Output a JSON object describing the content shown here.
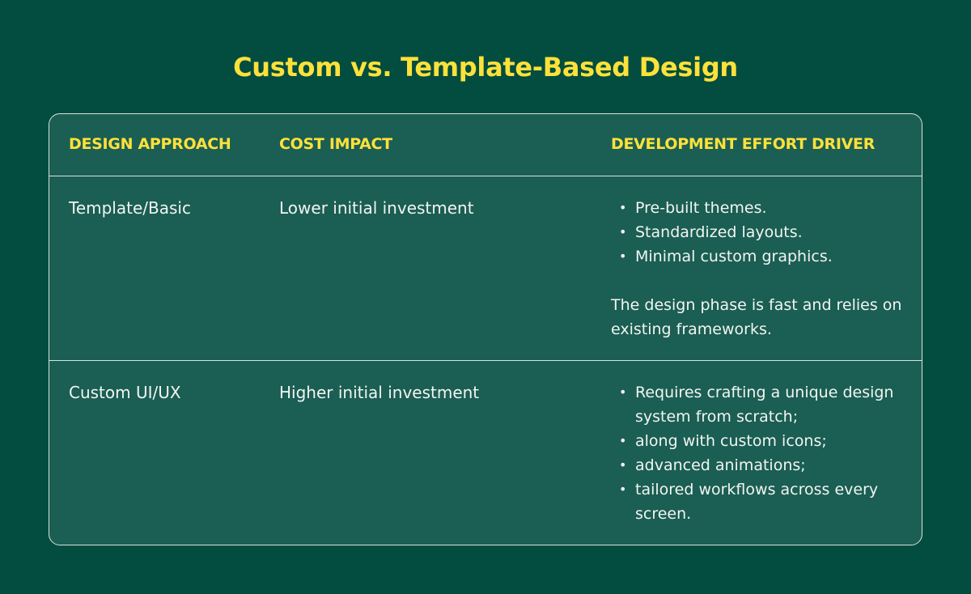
{
  "title": "Custom vs. Template-Based Design",
  "colors": {
    "background": "#024d3f",
    "table_bg": "#1b5e53",
    "accent": "#fde13a",
    "text": "#f1f5f3"
  },
  "table": {
    "headers": [
      "DESIGN APPROACH",
      "COST IMPACT",
      "DEVELOPMENT EFFORT DRIVER"
    ],
    "rows": [
      {
        "approach": "Template/Basic",
        "cost": "Lower initial investment",
        "bullets": [
          "Pre-built themes.",
          "Standardized layouts.",
          "Minimal custom graphics."
        ],
        "note": "The design phase is fast and relies on existing frameworks."
      },
      {
        "approach": "Custom UI/UX",
        "cost": "Higher initial investment",
        "bullets": [
          "Requires crafting a unique design system from scratch;",
          "along with custom icons;",
          "advanced animations;",
          "tailored workflows across every screen."
        ]
      }
    ]
  }
}
